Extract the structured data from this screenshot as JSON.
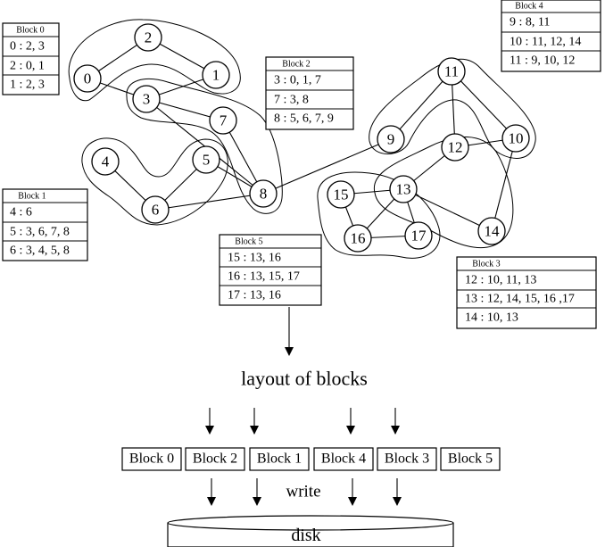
{
  "nodes": [
    "0",
    "1",
    "2",
    "3",
    "4",
    "5",
    "6",
    "7",
    "8",
    "9",
    "10",
    "11",
    "12",
    "13",
    "14",
    "15",
    "16",
    "17"
  ],
  "block_tables": [
    {
      "title": "Block 0",
      "rows": [
        "0 : 2, 3",
        "2 : 0, 1",
        "1 : 2, 3"
      ]
    },
    {
      "title": "Block 1",
      "rows": [
        "4 : 6",
        "5 : 3, 6, 7, 8",
        "6 : 3, 4, 5, 8"
      ]
    },
    {
      "title": "Block 2",
      "rows": [
        "3 : 0, 1, 7",
        "7 : 3, 8",
        "8 : 5, 6, 7, 9"
      ]
    },
    {
      "title": "Block 3",
      "rows": [
        "12 : 10, 11, 13",
        "13 : 12, 14, 15, 16 ,17",
        "14 : 10, 13"
      ]
    },
    {
      "title": "Block 4",
      "rows": [
        "9 : 8, 11",
        "10 : 11, 12, 14",
        "11 : 9, 10, 12"
      ]
    },
    {
      "title": "Block 5",
      "rows": [
        "15 : 13, 16",
        "16 : 13, 15, 17",
        "17 : 13, 16"
      ]
    }
  ],
  "layout_caption": "layout of blocks",
  "layout_blocks": [
    "Block 0",
    "Block 2",
    "Block 1",
    "Block 4",
    "Block 3",
    "Block 5"
  ],
  "write_label": "write",
  "disk_label": "disk"
}
